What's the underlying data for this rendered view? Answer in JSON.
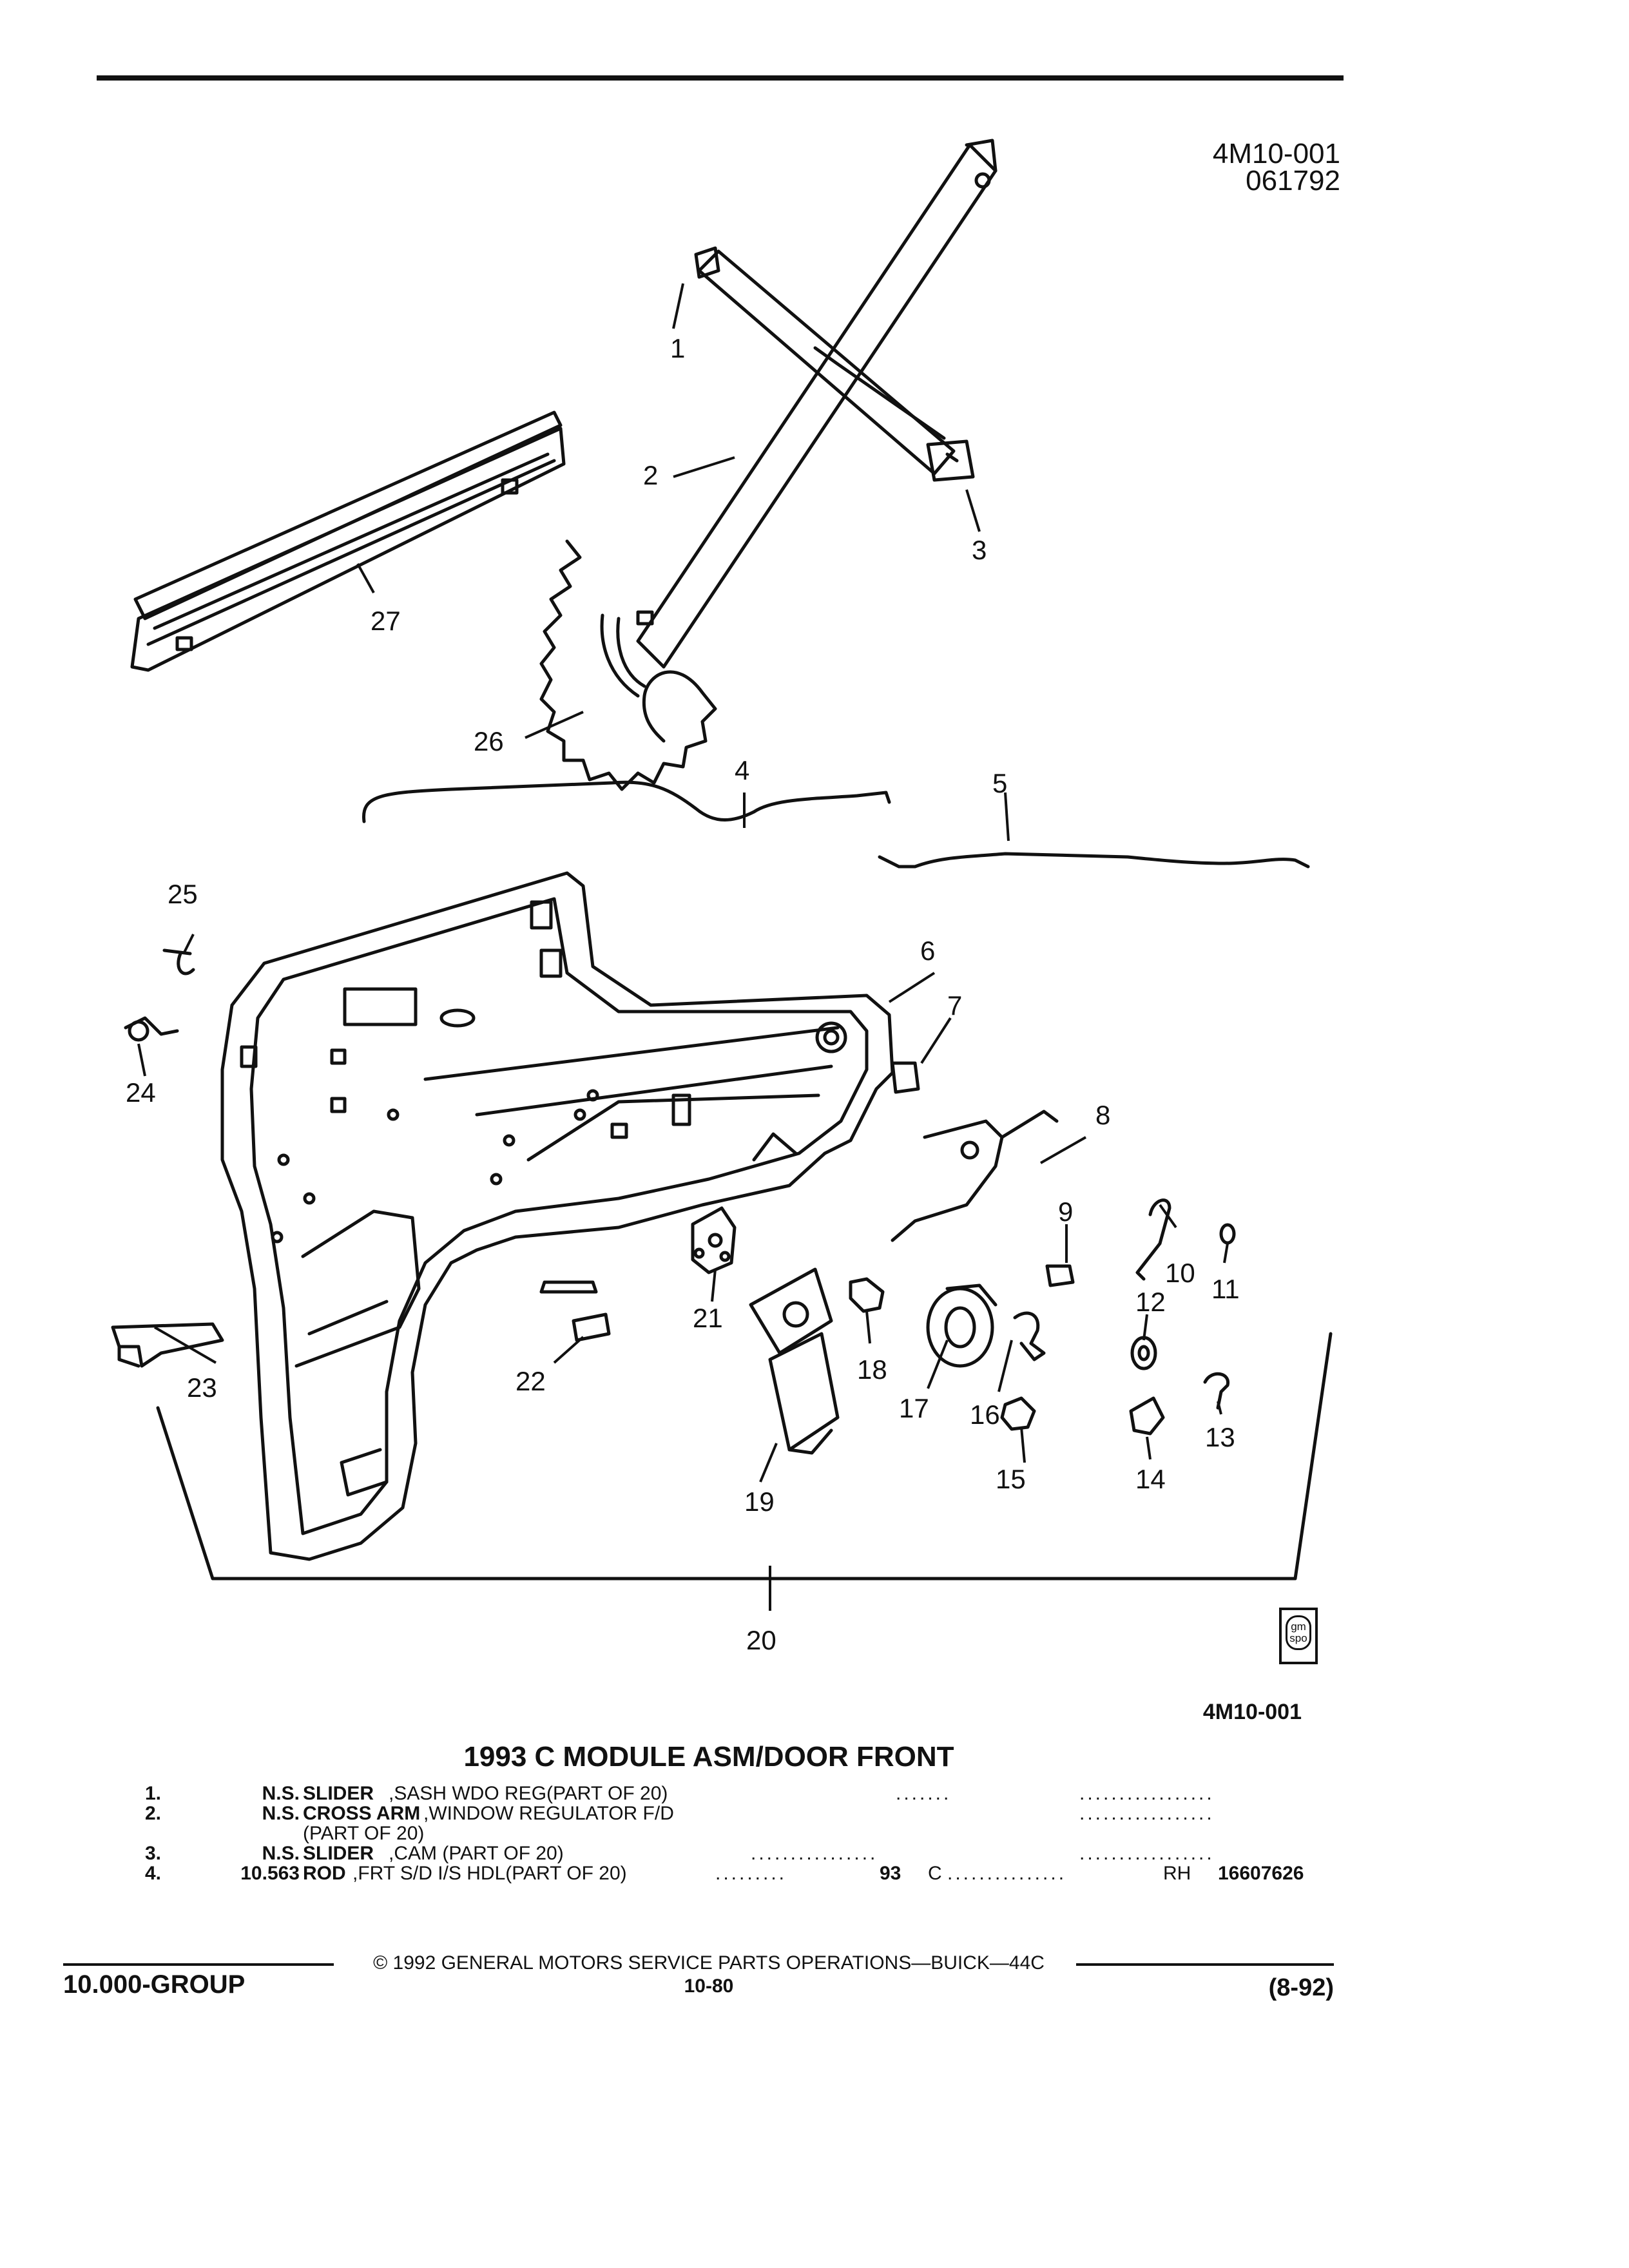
{
  "figure": {
    "code": "4M10-001",
    "date_code": "061792",
    "code_bottom": "4M10-001",
    "logo_text": "gm spo",
    "callouts": [
      "1",
      "2",
      "3",
      "4",
      "5",
      "6",
      "7",
      "8",
      "9",
      "10",
      "11",
      "12",
      "13",
      "14",
      "15",
      "16",
      "17",
      "18",
      "19",
      "20",
      "21",
      "22",
      "23",
      "24",
      "25",
      "26",
      "27"
    ]
  },
  "catalog": {
    "title": "1993 C MODULE ASM/DOOR FRONT",
    "items": [
      {
        "num": "1.",
        "code": "N.S.",
        "name": "SLIDER",
        "desc": ",SASH WDO REG(PART OF 20)",
        "desc2": "",
        "year": "",
        "series": "",
        "side": "",
        "part": ""
      },
      {
        "num": "2.",
        "code": "N.S.",
        "name": "CROSS ARM",
        "desc": ",WINDOW REGULATOR F/D",
        "desc2": "(PART OF 20)",
        "year": "",
        "series": "",
        "side": "",
        "part": ""
      },
      {
        "num": "3.",
        "code": "N.S.",
        "name": "SLIDER",
        "desc": ",CAM (PART OF 20)",
        "desc2": "",
        "year": "",
        "series": "",
        "side": "",
        "part": ""
      },
      {
        "num": "4.",
        "code": "10.563",
        "name": "ROD",
        "desc": ",FRT S/D I/S HDL(PART OF 20)",
        "desc2": "",
        "year": "93",
        "series": "C",
        "side": "RH",
        "part": "16607626"
      }
    ]
  },
  "footer": {
    "copyright": "© 1992 GENERAL MOTORS SERVICE PARTS OPERATIONS—BUICK—44C",
    "group": "10.000-GROUP",
    "page": "10-80",
    "date": "(8-92)"
  }
}
